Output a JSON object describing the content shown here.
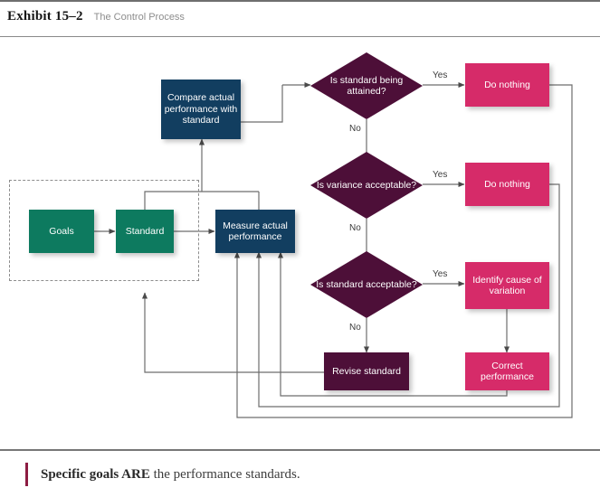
{
  "header": {
    "exhibit_label": "Exhibit 15–2",
    "exhibit_title": "The Control Process"
  },
  "diagram": {
    "nodes": {
      "goals": "Goals",
      "standard": "Standard",
      "measure": "Measure actual performance",
      "compare": "Compare actual performance with standard",
      "revise": "Revise standard",
      "do_nothing_1": "Do nothing",
      "do_nothing_2": "Do nothing",
      "identify": "Identify cause of variation",
      "correct": "Correct performance"
    },
    "decisions": {
      "d1": "Is standard being attained?",
      "d2": "Is variance acceptable?",
      "d3": "Is standard acceptable?"
    },
    "edge_labels": {
      "yes1": "Yes",
      "no1": "No",
      "yes2": "Yes",
      "no2": "No",
      "yes3": "Yes",
      "no3": "No"
    },
    "colors": {
      "green": "#0d7a5f",
      "navy": "#123e60",
      "pink": "#d62b69",
      "maroon": "#4d0f38",
      "connector": "#6d6d6d"
    }
  },
  "caption": {
    "bold": "Specific goals ARE",
    "rest": " the performance standards."
  }
}
